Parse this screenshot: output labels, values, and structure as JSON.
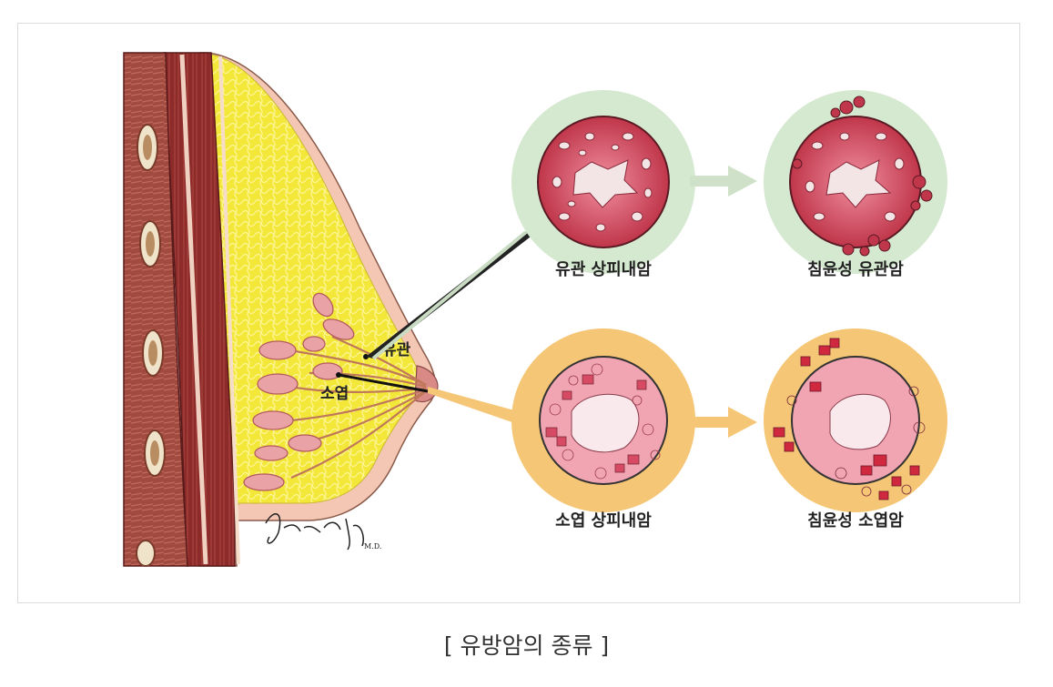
{
  "labels": {
    "duct": "유관",
    "lobule": "소엽",
    "dcis": "유관 상피내암",
    "idc": "침윤성 유관암",
    "lcis": "소엽 상피내암",
    "ilc": "침윤성 소엽암"
  },
  "signature": "Jaewon Ryu M.D.",
  "caption": "[ 유방암의 종류 ]",
  "colors": {
    "green_circle": "#d5e8d0",
    "orange_circle": "#f5c675",
    "cell_red": "#c0364a",
    "fat_yellow": "#f4ea3c",
    "muscle": "#8b2b2b",
    "skin": "#f4c9b5"
  },
  "icons": [
    "arrow-right-icon",
    "arrow-right-icon"
  ]
}
